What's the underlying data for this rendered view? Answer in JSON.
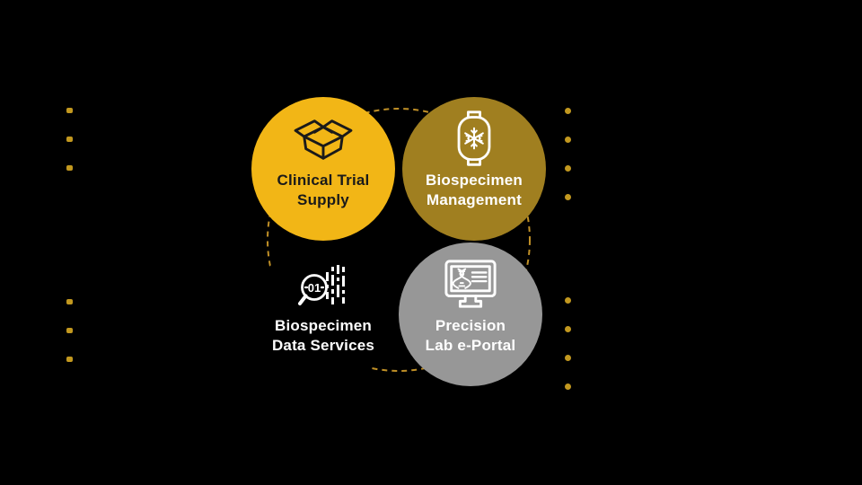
{
  "diagram": {
    "background_color": "#000000",
    "connector": {
      "style": "dashed-circle",
      "color": "#C09027"
    },
    "circles": [
      {
        "id": "clinical-trial-supply",
        "label_line1": "Clinical Trial",
        "label_line2": "Supply",
        "bg": "#F2B616",
        "text_color": "#1A1A1A",
        "icon": "open-box-icon",
        "icon_color": "#1A1A1A"
      },
      {
        "id": "biospecimen-management",
        "label_line1": "Biospecimen",
        "label_line2": "Management",
        "bg": "#A07F20",
        "text_color": "#FFFFFF",
        "icon": "cryo-container-icon",
        "icon_color": "#FFFFFF"
      },
      {
        "id": "biospecimen-data-services",
        "label_line1": "Biospecimen",
        "label_line2": "Data Services",
        "bg": "#000000",
        "text_color": "#FFFFFF",
        "icon": "data-search-icon",
        "icon_color": "#FFFFFF"
      },
      {
        "id": "precision-lab-eportal",
        "label_line1": "Precision",
        "label_line2": "Lab e-Portal",
        "bg": "#979797",
        "text_color": "#FFFFFF",
        "icon": "lab-portal-monitor-icon",
        "icon_color": "#FFFFFF"
      }
    ],
    "bullet_groups": [
      {
        "id": "left-top-bullets",
        "dot_count": 3,
        "dot_shape": "square",
        "dot_color": "#C2981F"
      },
      {
        "id": "left-bottom-bullets",
        "dot_count": 3,
        "dot_shape": "square",
        "dot_color": "#C2981F"
      },
      {
        "id": "right-top-bullets",
        "dot_count": 4,
        "dot_shape": "circle",
        "dot_color": "#C2981F"
      },
      {
        "id": "right-bottom-bullets",
        "dot_count": 4,
        "dot_shape": "circle",
        "dot_color": "#C2981F"
      }
    ]
  }
}
